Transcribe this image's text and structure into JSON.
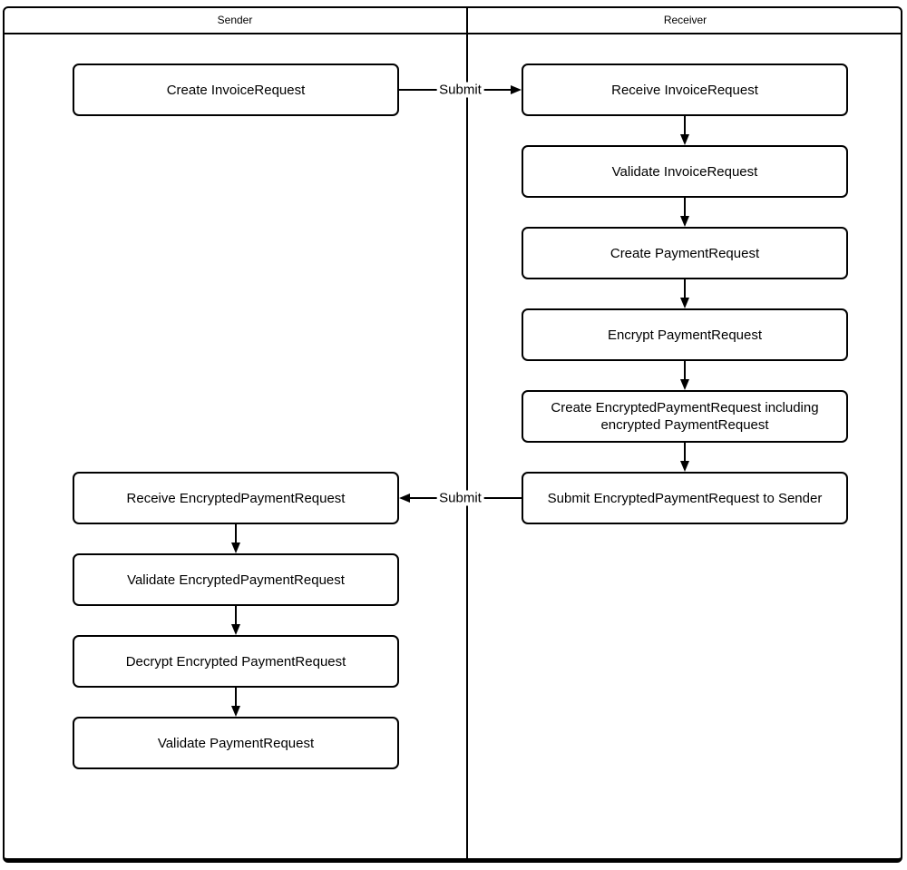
{
  "diagram": {
    "lanes": [
      {
        "title": "Sender",
        "boxes": [
          {
            "label": "Create InvoiceRequest"
          },
          {
            "label": "Receive EncryptedPaymentRequest"
          },
          {
            "label": "Validate EncryptedPaymentRequest"
          },
          {
            "label": "Decrypt Encrypted PaymentRequest"
          },
          {
            "label": "Validate PaymentRequest"
          }
        ]
      },
      {
        "title": "Receiver",
        "boxes": [
          {
            "label": "Receive InvoiceRequest"
          },
          {
            "label": "Validate InvoiceRequest"
          },
          {
            "label": "Create PaymentRequest"
          },
          {
            "label": "Encrypt PaymentRequest"
          },
          {
            "label": "Create EncryptedPaymentRequest including encrypted PaymentRequest"
          },
          {
            "label": "Submit EncryptedPaymentRequest to Sender"
          }
        ]
      }
    ],
    "connectors": [
      {
        "label": "Submit",
        "from": "Create InvoiceRequest",
        "to": "Receive InvoiceRequest",
        "direction": "right"
      },
      {
        "label": "Submit",
        "from": "Submit EncryptedPaymentRequest to Sender",
        "to": "Receive EncryptedPaymentRequest",
        "direction": "left"
      }
    ],
    "colors": {
      "line": "#000000",
      "background": "#ffffff"
    }
  }
}
